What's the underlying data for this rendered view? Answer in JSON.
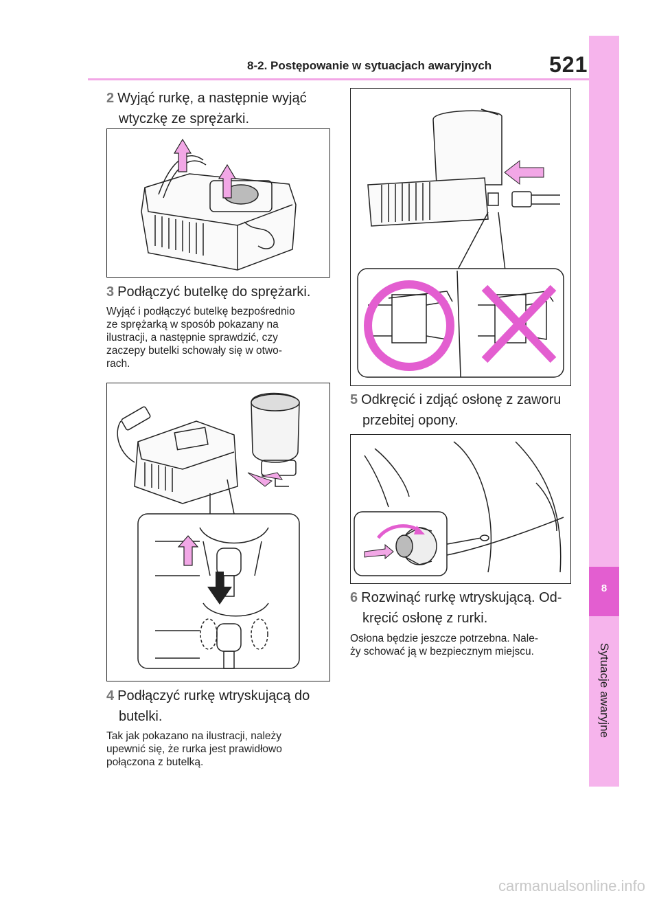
{
  "header": {
    "section_title": "8-2. Postępowanie w sytuacjach awaryjnych",
    "page_number": "521"
  },
  "side_tab": {
    "chapter_number": "8",
    "chapter_title": "Sytuacje awaryjne"
  },
  "steps": [
    {
      "number": "2",
      "line1": "Wyjąć rurkę, a następnie wyjąć",
      "line2": "wtyczkę ze sprężarki."
    },
    {
      "number": "3",
      "line1": "Podłączyć butelkę do sprężarki.",
      "note": [
        "Wyjąć i podłączyć butelkę bezpośrednio",
        "ze sprężarką w sposób pokazany na",
        "ilustracji, a następnie sprawdzić, czy",
        "zaczepy butelki schowały się w otwo-",
        "rach."
      ]
    },
    {
      "number": "4",
      "line1": "Podłączyć rurkę wtryskującą do",
      "line2": "butelki.",
      "note": [
        "Tak jak pokazano na ilustracji, należy",
        "upewnić się, że rurka jest prawidłowo",
        "połączona z butelką."
      ]
    },
    {
      "number": "5",
      "line1": "Odkręcić i zdjąć osłonę z zaworu",
      "line2": "przebitej opony."
    },
    {
      "number": "6",
      "line1": "Rozwinąć rurkę wtryskującą. Od-",
      "line2": "kręcić osłonę z rurki.",
      "note": [
        "Osłona będzie jeszcze potrzebna. Nale-",
        "ży schować ją w bezpiecznym miejscu."
      ]
    }
  ],
  "watermark": "carmanualsonline.info",
  "colors": {
    "accent_pink": "#e35ed0",
    "tab_pink": "#f6b4ec",
    "arrow_pink": "#f2a7e6"
  }
}
